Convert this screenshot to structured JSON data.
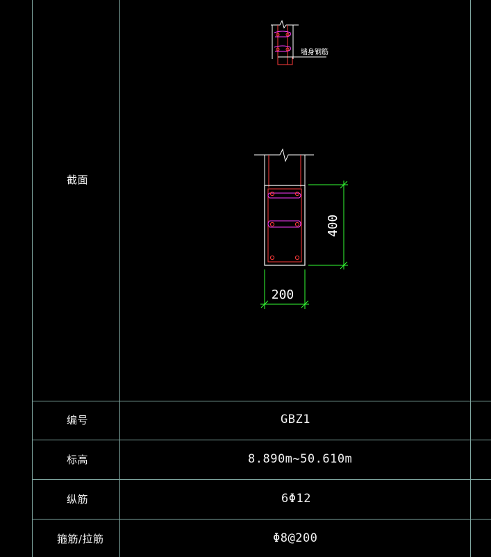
{
  "table": {
    "rows": [
      {
        "label": "截面",
        "value": ""
      },
      {
        "label": "编号",
        "value": "GBZ1"
      },
      {
        "label": "标高",
        "value": "8.890m~50.610m"
      },
      {
        "label": "纵筋",
        "value": "6Φ12"
      },
      {
        "label": "箍筋/拉筋",
        "value": "Φ8@200"
      }
    ]
  },
  "drawing": {
    "small_callout": "墙身钢筋",
    "dim_width": "200",
    "dim_height": "400"
  },
  "colors": {
    "grid": "#7fa6a0",
    "wall": "#ffffff",
    "rebar": "#ff3b3b",
    "stirrup": "#ff3bff",
    "dimension": "#33ff33"
  }
}
